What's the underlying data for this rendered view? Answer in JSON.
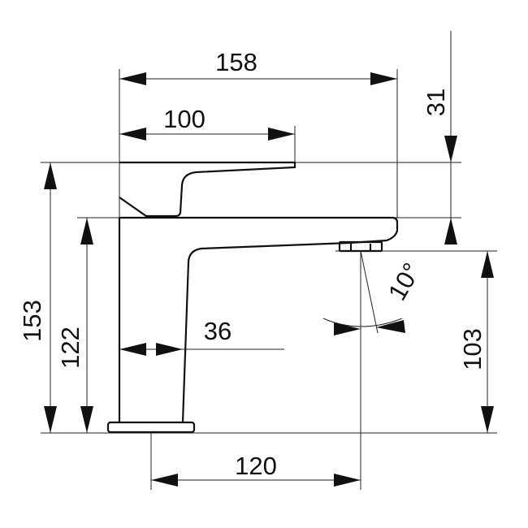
{
  "dimensions": {
    "overall_length": "158",
    "lever_length": "100",
    "lever_height": "31",
    "total_height": "153",
    "spout_height": "122",
    "body_width": "36",
    "spout_angle": "10°",
    "outlet_height": "103",
    "projection": "120"
  }
}
